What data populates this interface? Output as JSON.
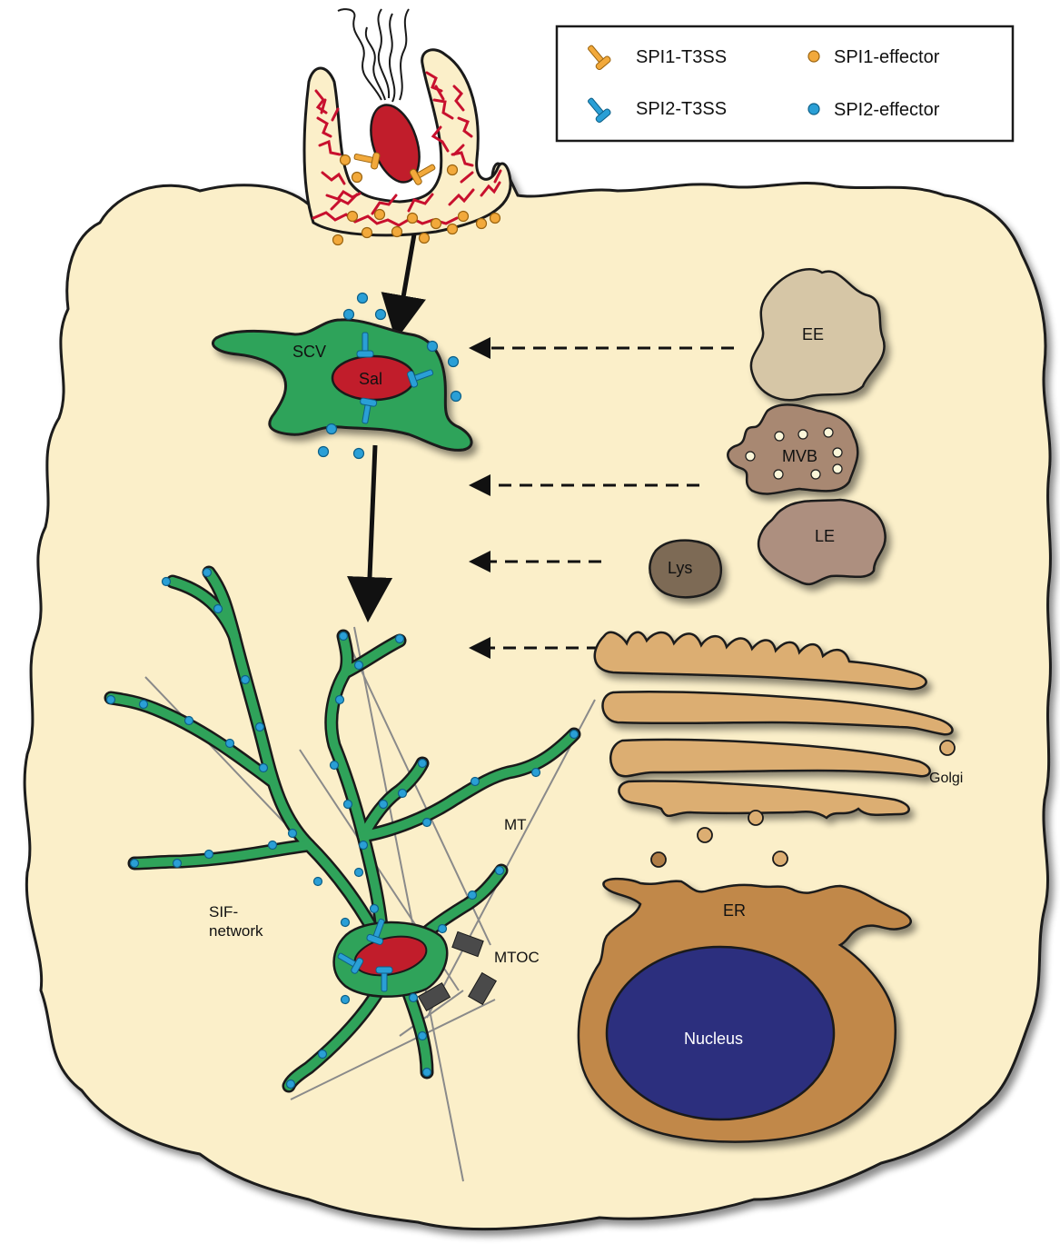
{
  "legend": {
    "spi1_t3ss": "SPI1-T3SS",
    "spi2_t3ss": "SPI2-T3SS",
    "spi1_effector": "SPI1-effector",
    "spi2_effector": "SPI2-effector"
  },
  "labels": {
    "scv": "SCV",
    "sal": "Sal",
    "ee": "EE",
    "mvb": "MVB",
    "le": "LE",
    "lys": "Lys",
    "golgi": "Golgi",
    "er": "ER",
    "nucleus": "Nucleus",
    "mt": "MT",
    "mtoc": "MTOC",
    "sif_line1": "SIF-",
    "sif_line2": "network"
  },
  "colors": {
    "cytoplasm": "#fbefc9",
    "bacterium": "#c11d2b",
    "scv_green": "#2fa35a",
    "spi1_orange": "#f2a93b",
    "spi2_blue": "#2a9fd6",
    "actin_red": "#c8102e",
    "ee": "#d6c6a6",
    "mvb": "#a88872",
    "le": "#ad8f7f",
    "lys": "#7d6a55",
    "golgi": "#dcae72",
    "er": "#c1884a",
    "nucleus": "#2c2f7e",
    "mtoc": "#4a4a4a"
  }
}
